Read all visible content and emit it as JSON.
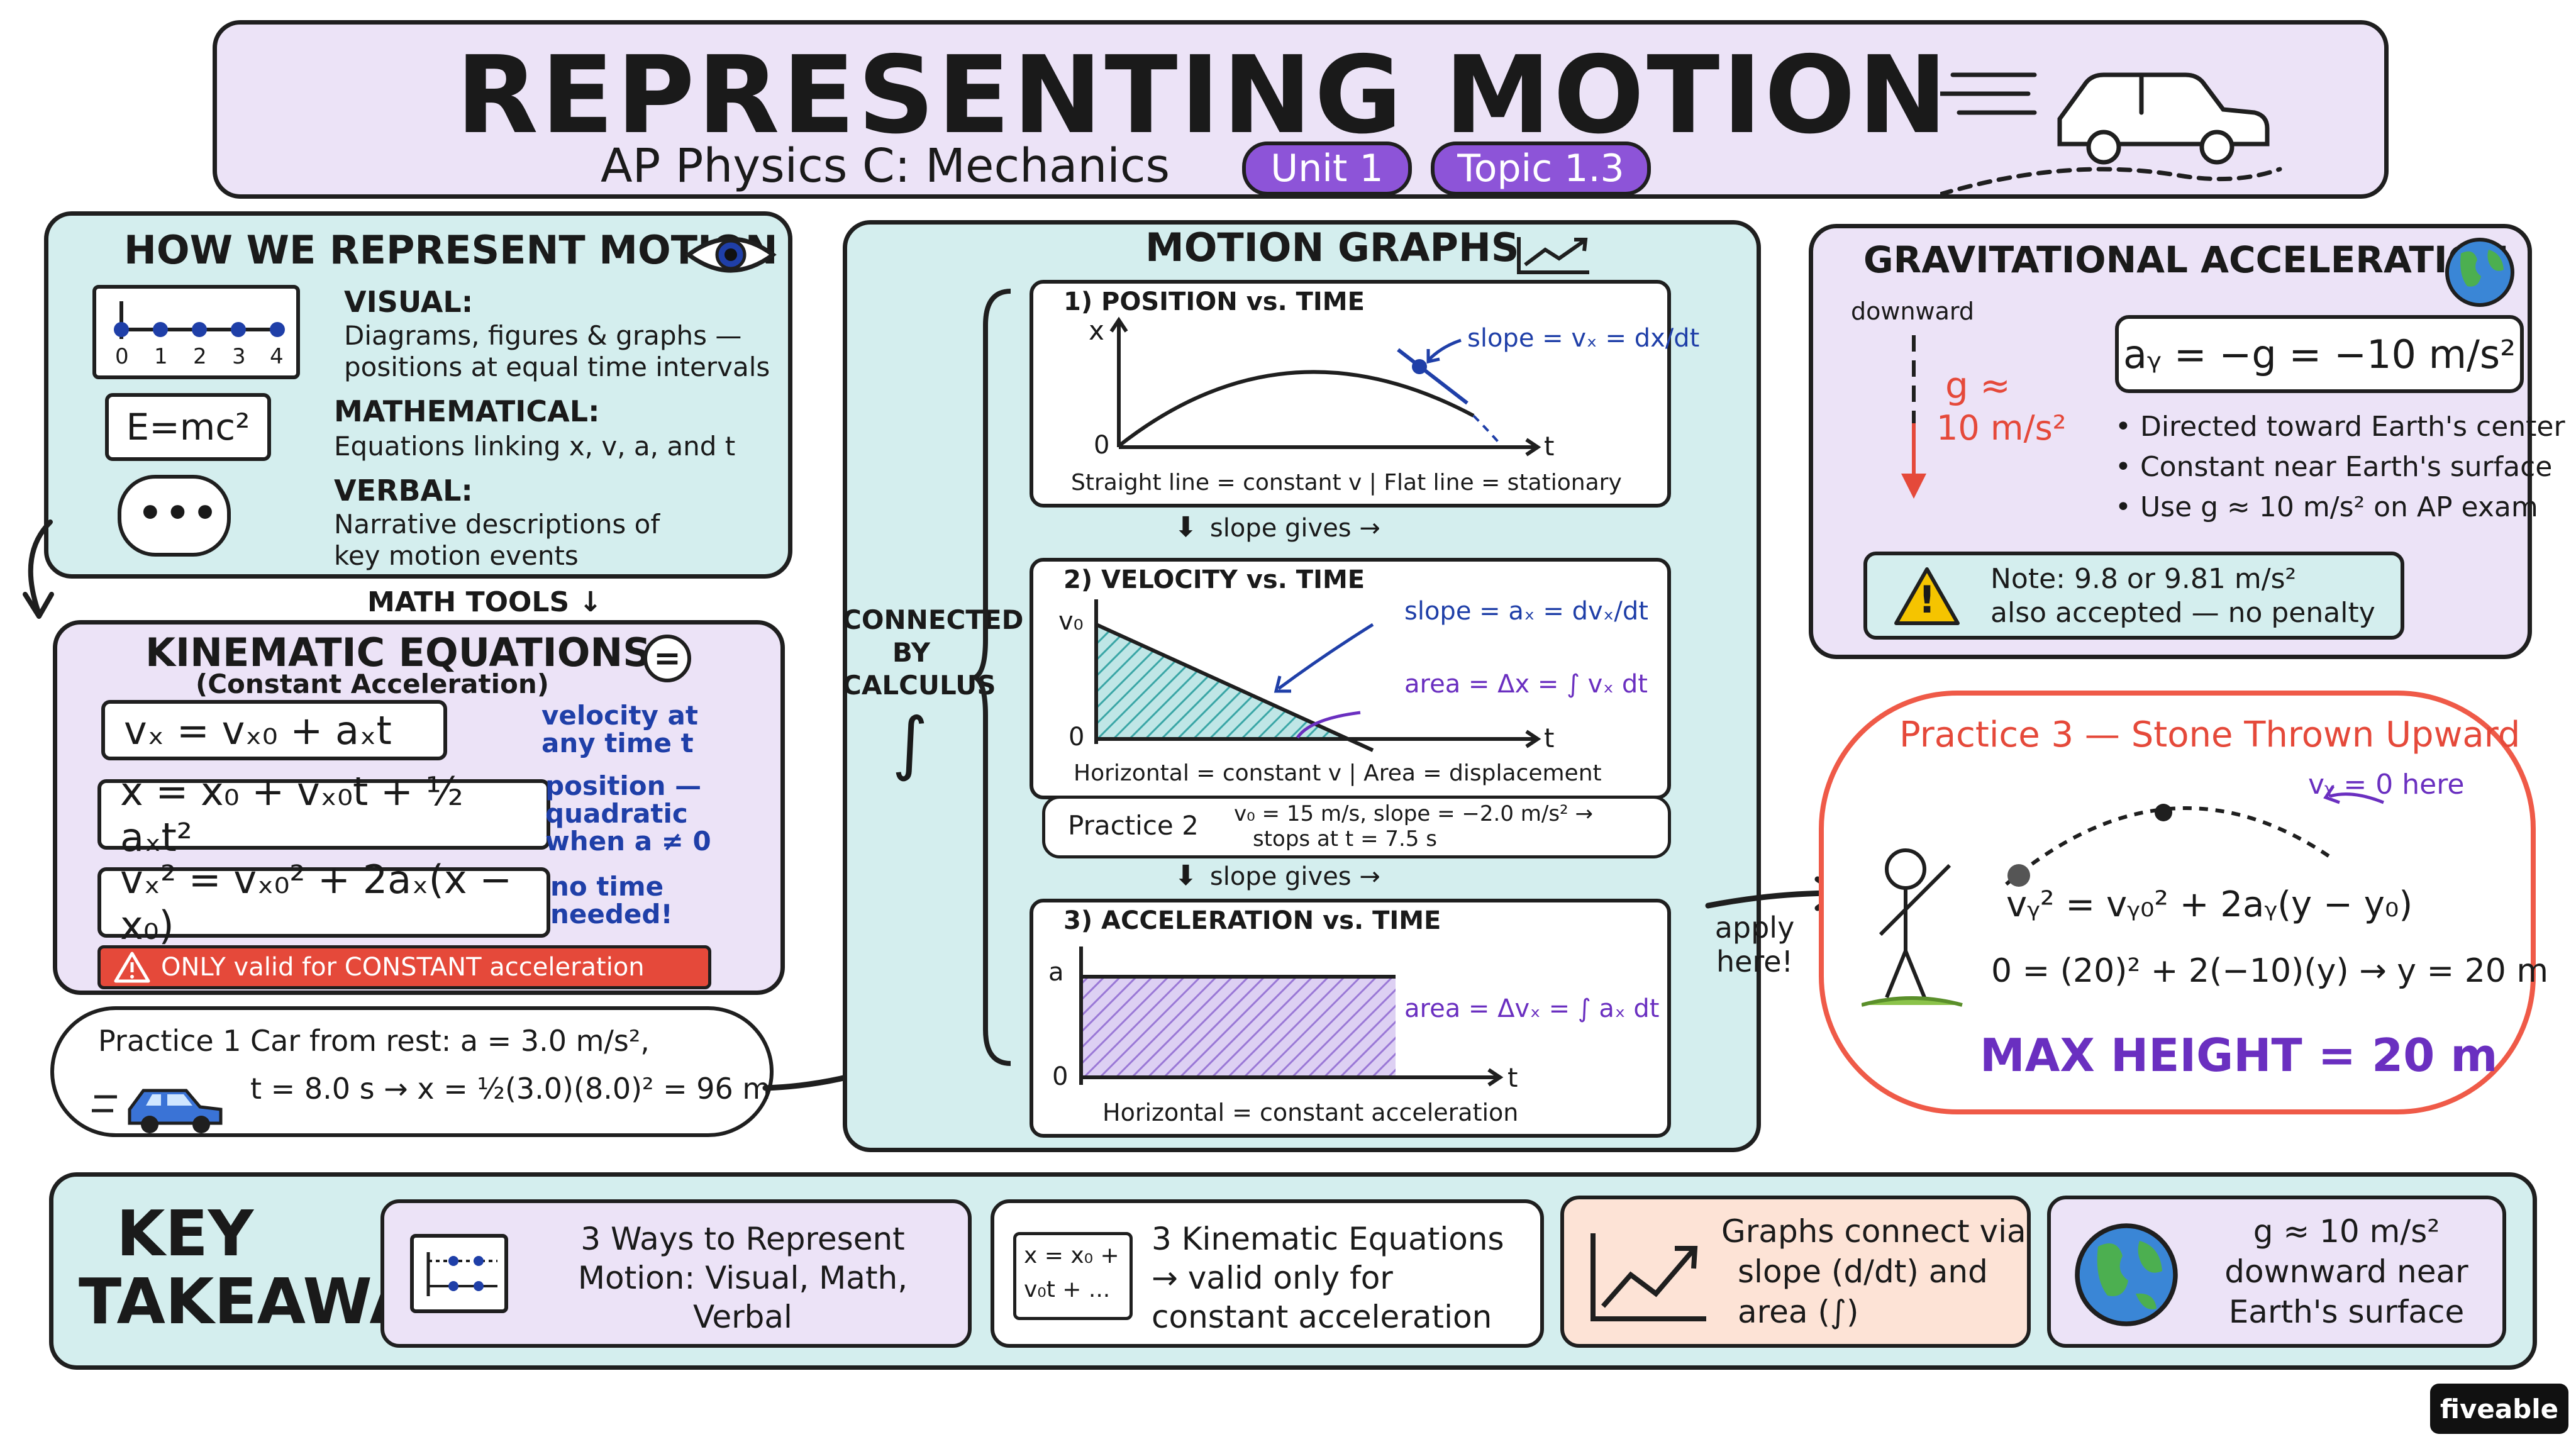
{
  "header": {
    "title": "REPRESENTING MOTION",
    "subtitle": "AP Physics C: Mechanics",
    "pill_unit": "Unit 1",
    "pill_topic": "Topic 1.3"
  },
  "represent": {
    "title": "HOW WE REPRESENT MOTION",
    "dot_ticks": [
      "0",
      "1",
      "2",
      "3",
      "4"
    ],
    "visual_heading": "VISUAL:",
    "visual_text_1": "Diagrams, figures & graphs —",
    "visual_text_2": "positions at equal time intervals",
    "emc2": "E=mc²",
    "math_heading": "MATHEMATICAL:",
    "math_text": "Equations linking x, v, a, and t",
    "bubble_text": "•••",
    "verbal_heading": "VERBAL:",
    "verbal_text_1": "Narrative descriptions of",
    "verbal_text_2": "key motion events"
  },
  "math_tools": "MATH TOOLS ↓",
  "kinematic": {
    "title": "KINEMATIC EQUATIONS",
    "equals_symbol": "=",
    "subtitle": "(Constant Acceleration)",
    "eq1": "vₓ = vₓ₀ + aₓt",
    "eq1_note_1": "velocity at",
    "eq1_note_2": "any time t",
    "eq2": "x = x₀ + vₓ₀t + ½ aₓt²",
    "eq2_note_1": "position —",
    "eq2_note_2": "quadratic",
    "eq2_note_3": "when a ≠ 0",
    "eq3": "vₓ² = vₓ₀² + 2aₓ(x − x₀)",
    "eq3_note_1": "no time",
    "eq3_note_2": "needed!",
    "warning": "ONLY valid for CONSTANT acceleration"
  },
  "practice1": {
    "label": "Practice 1",
    "line1": "Car from rest: a = 3.0 m/s²,",
    "line2": "t = 8.0 s → x = ½(3.0)(8.0)² = 96 m"
  },
  "graphs": {
    "title": "MOTION GRAPHS",
    "connected_1": "CONNECTED",
    "connected_2": "BY",
    "connected_3": "CALCULUS",
    "integral_symbol": "∫",
    "g1_title": "1) POSITION vs. TIME",
    "g1_y": "x",
    "g1_x": "t",
    "g1_origin": "0",
    "g1_slope": "slope = vₓ = dx/dt",
    "g1_caption": "Straight line = constant v   |   Flat line = stationary",
    "slope_gives_1": "slope gives →",
    "g2_title": "2) VELOCITY vs. TIME",
    "g2_y": "v₀",
    "g2_x": "t",
    "g2_origin": "0",
    "g2_slope": "slope = aₓ = dvₓ/dt",
    "g2_area": "area = Δx = ∫ vₓ dt",
    "g2_caption": "Horizontal = constant v   |   Area = displacement",
    "practice2_label": "Practice 2",
    "practice2_line1": "v₀ = 15 m/s, slope = −2.0 m/s² →",
    "practice2_line2": "stops at t = 7.5 s",
    "slope_gives_2": "slope gives →",
    "g3_title": "3) ACCELERATION vs. TIME",
    "g3_y": "a",
    "g3_x": "t",
    "g3_origin": "0",
    "g3_area": "area = Δvₓ = ∫ aₓ dt",
    "g3_caption": "Horizontal = constant acceleration"
  },
  "apply_1": "apply",
  "apply_2": "here!",
  "gravity": {
    "title": "GRAVITATIONAL ACCELERATION",
    "downward": "downward",
    "g_label_1": "g ≈",
    "g_label_2": "10 m/s²",
    "equation": "aᵧ = −g = −10 m/s²",
    "bullets": [
      "Directed toward Earth's center",
      "Constant near Earth's surface",
      "Use g ≈ 10 m/s² on AP exam"
    ],
    "warn_symbol": "!",
    "note_1": "Note: 9.8 or 9.81 m/s²",
    "note_2": "also accepted — no penalty"
  },
  "practice3": {
    "title": "Practice 3 — Stone Thrown Upward",
    "vy_note": "vᵧ = 0 here",
    "eq1": "vᵧ² = vᵧ₀² + 2aᵧ(y − y₀)",
    "eq2": "0 = (20)² + 2(−10)(y) → y = 20 m",
    "result": "MAX HEIGHT = 20 m"
  },
  "takeaways": {
    "title_1": "KEY",
    "title_2": "TAKEAWAYS",
    "card1_1": "3 Ways to Represent",
    "card1_2": "Motion: Visual, Math,",
    "card1_3": "Verbal",
    "card2_icon_1": "x = x₀ +",
    "card2_icon_2": "v₀t + ...",
    "card2_1": "3 Kinematic Equations",
    "card2_2": "→ valid only for",
    "card2_3": "constant acceleration",
    "card3_1": "Graphs connect via",
    "card3_2": "slope (d/dt) and",
    "card3_3": "area (∫)",
    "card4_1": "g ≈ 10 m/s²",
    "card4_2": "downward near",
    "card4_3": "Earth's surface"
  },
  "brand": "fiveable",
  "colors": {
    "purple_panel": "#ece3f7",
    "teal_panel": "#d4eeee",
    "accent_purple": "#8d54d8",
    "accent_red": "#e5493a",
    "accent_blue": "#1f3fa8",
    "takeaway_peach": "#fde3d6"
  }
}
